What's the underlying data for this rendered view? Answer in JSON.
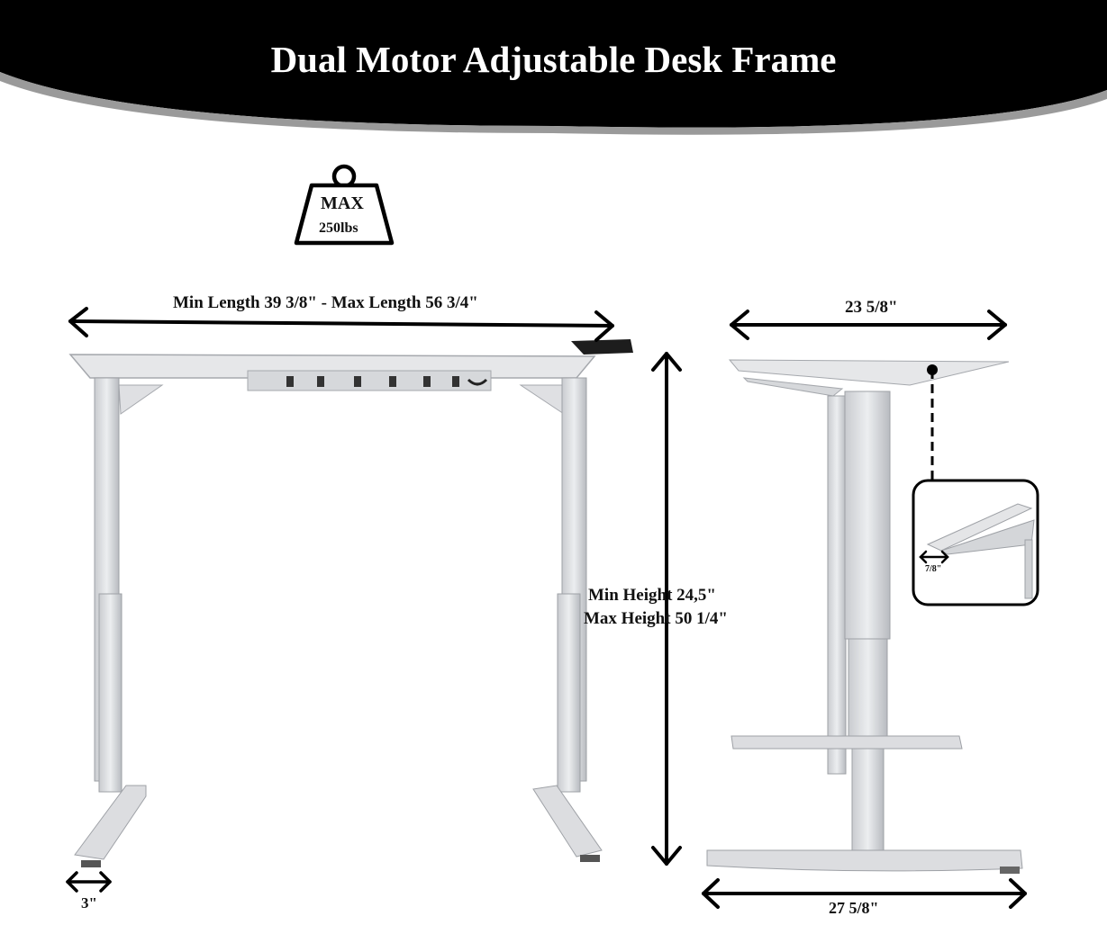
{
  "title": "Dual Motor Adjustable Desk Frame",
  "weight_badge": {
    "line1": "MAX",
    "line2": "250lbs",
    "icon": "weight-icon"
  },
  "dimensions": {
    "length": "Min Length 39 3/8\" - Max Length 56 3/4\"",
    "height_min": "Min Height 24,5\"",
    "height_max": "Max Height 50 1/4\"",
    "depth_top": "23 5/8\"",
    "foot_width": "3\"",
    "base_length": "27 5/8\"",
    "tube_width": "7/8\""
  },
  "colors": {
    "banner": "#000000",
    "frame": "#dcdde0",
    "frame_edge": "#9ea1a6",
    "text": "#111111"
  }
}
